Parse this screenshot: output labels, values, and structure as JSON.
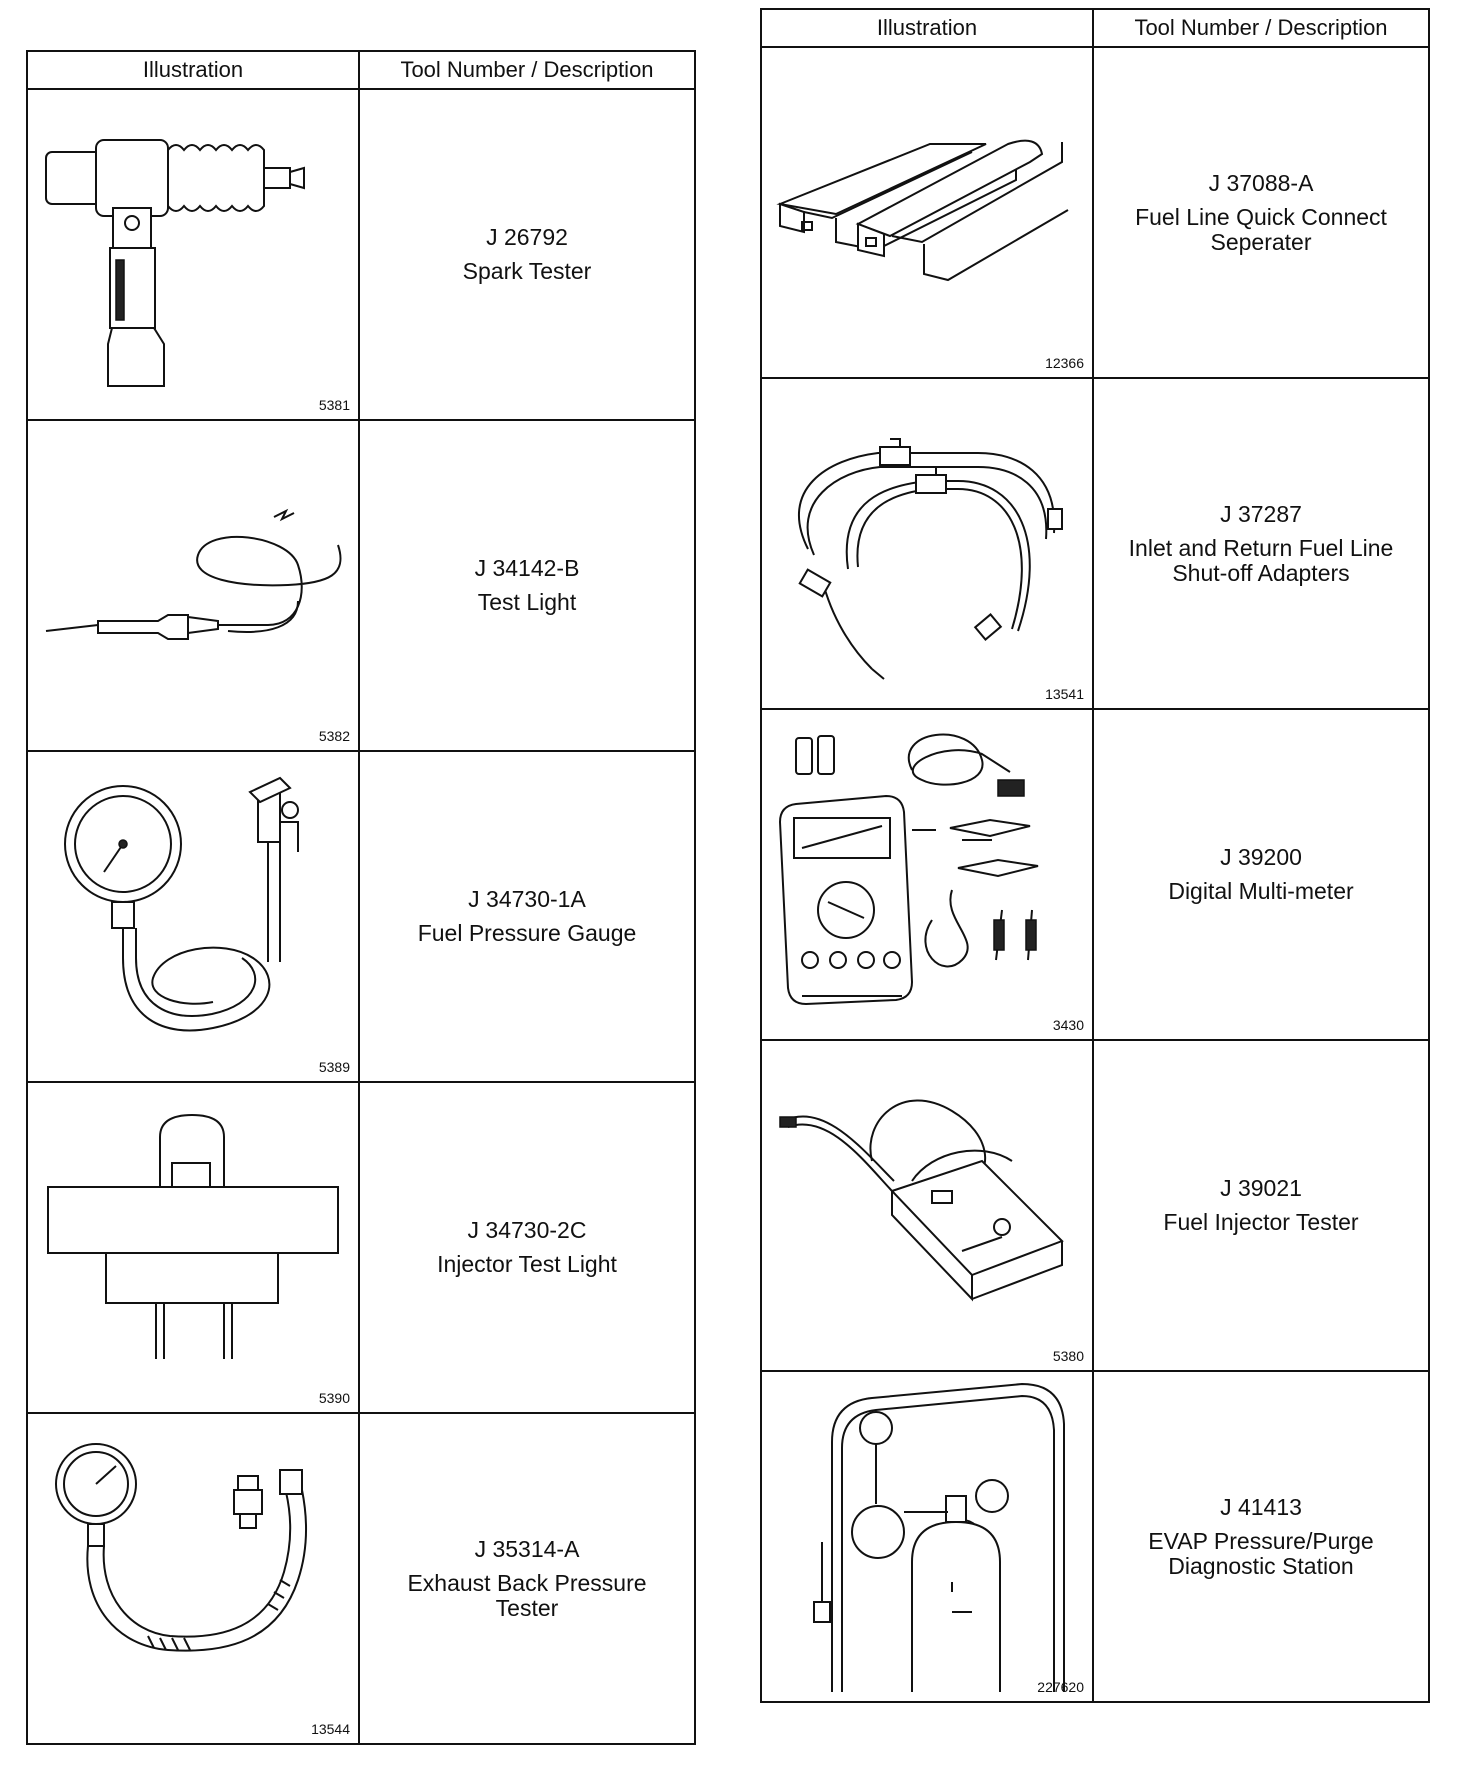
{
  "headers": {
    "illustration": "Illustration",
    "tool": "Tool Number / Description"
  },
  "left_table": [
    {
      "number": "J 26792",
      "description": "Spark Tester",
      "figure": "5381",
      "icon": "spark-tester-icon"
    },
    {
      "number": "J 34142-B",
      "description": "Test Light",
      "figure": "5382",
      "icon": "test-light-icon"
    },
    {
      "number": "J 34730-1A",
      "description": "Fuel Pressure Gauge",
      "figure": "5389",
      "icon": "fuel-pressure-gauge-icon"
    },
    {
      "number": "J 34730-2C",
      "description": "Injector Test Light",
      "figure": "5390",
      "icon": "injector-test-light-icon"
    },
    {
      "number": "J 35314-A",
      "description": "Exhaust Back Pressure\nTester",
      "figure": "13544",
      "icon": "exhaust-back-pressure-tester-icon"
    }
  ],
  "right_table": [
    {
      "number": "J 37088-A",
      "description": "Fuel Line Quick Connect\nSeperater",
      "figure": "12366",
      "icon": "quick-connect-separator-icon"
    },
    {
      "number": "J 37287",
      "description": "Inlet and Return Fuel Line\nShut-off Adapters",
      "figure": "13541",
      "icon": "shut-off-adapters-icon"
    },
    {
      "number": "J 39200",
      "description": "Digital Multi-meter",
      "figure": "3430",
      "icon": "digital-multimeter-icon"
    },
    {
      "number": "J 39021",
      "description": "Fuel Injector Tester",
      "figure": "5380",
      "icon": "fuel-injector-tester-icon"
    },
    {
      "number": "J 41413",
      "description": "EVAP Pressure/Purge\nDiagnostic Station",
      "figure": "227620",
      "icon": "evap-station-icon"
    }
  ]
}
